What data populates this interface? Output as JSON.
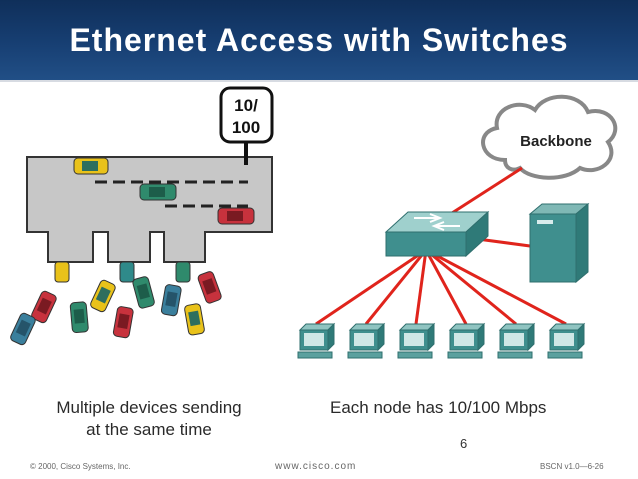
{
  "slide": {
    "title": "Ethernet Access with Switches",
    "caption_left_line1": "Multiple devices sending",
    "caption_left_line2": "at the same time",
    "caption_right": "Each node has 10/100 Mbps",
    "page_number": "6"
  },
  "diagram": {
    "speed_sign_line1": "10/",
    "speed_sign_line2": "100",
    "backbone_label": "Backbone",
    "link_color": "#e0241c",
    "device_color": "#3f8f8e",
    "workstation_count": 6
  },
  "footer": {
    "copyright": "© 2000, Cisco Systems, Inc.",
    "url": "www.cisco.com",
    "course_code": "BSCN v1.0—6-26"
  }
}
